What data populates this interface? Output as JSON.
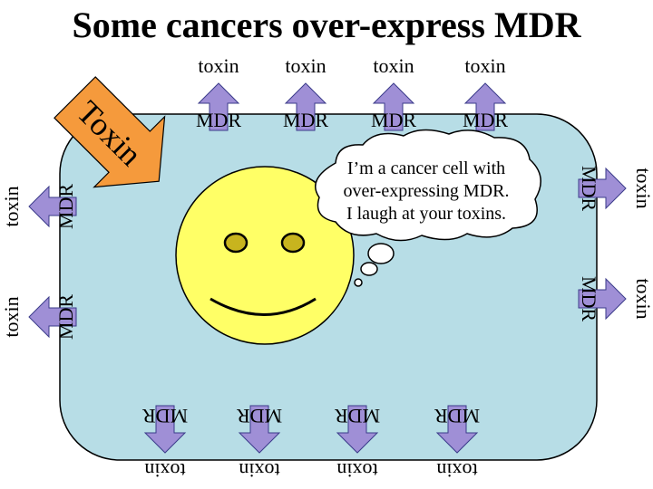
{
  "slide": {
    "title": "Some cancers over-express MDR"
  },
  "cell": {
    "pump_label": "MDR",
    "toxin_label": "toxin",
    "thought_lines": [
      "I’m a cancer cell with",
      "over-expressing MDR.",
      "I laugh at your toxins."
    ]
  },
  "incoming_arrow": {
    "label": "Toxin"
  },
  "colors": {
    "cell_fill": "#b7dde6",
    "pump_fill": "#9f8fd6",
    "arrow_fill": "#f59a3c",
    "face_fill": "#ffff66",
    "eye_fill": "#c8b41e"
  }
}
